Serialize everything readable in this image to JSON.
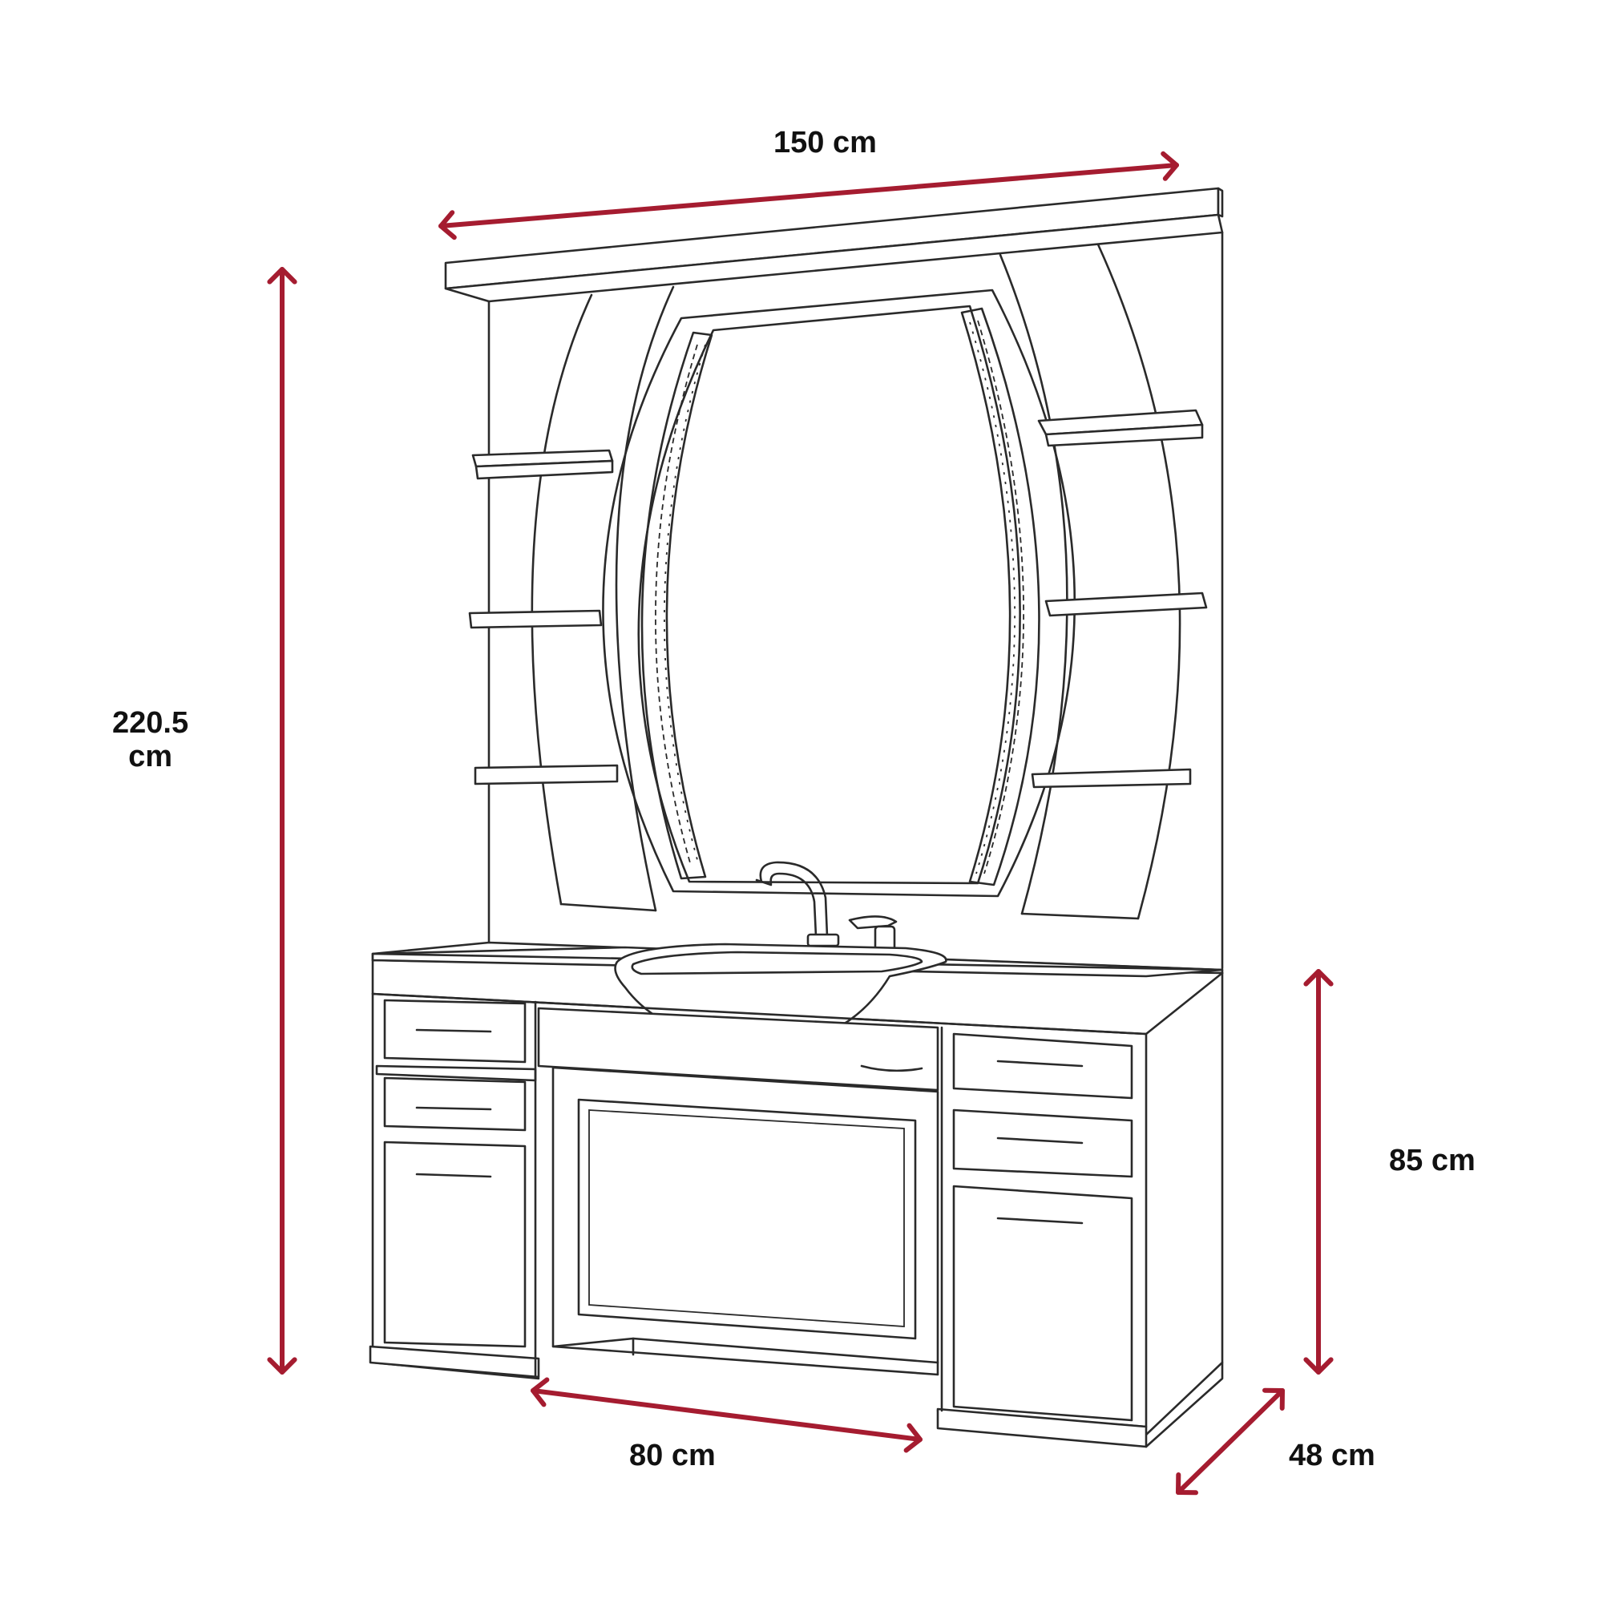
{
  "dimensions": {
    "width": "150 cm",
    "height_line1": "220.5",
    "height_line2": "cm",
    "counter_height": "85 cm",
    "knee_width": "80 cm",
    "depth": "48 cm"
  },
  "colors": {
    "arrow": "#A51C30",
    "line": "#2a2a2a",
    "text": "#111111"
  }
}
